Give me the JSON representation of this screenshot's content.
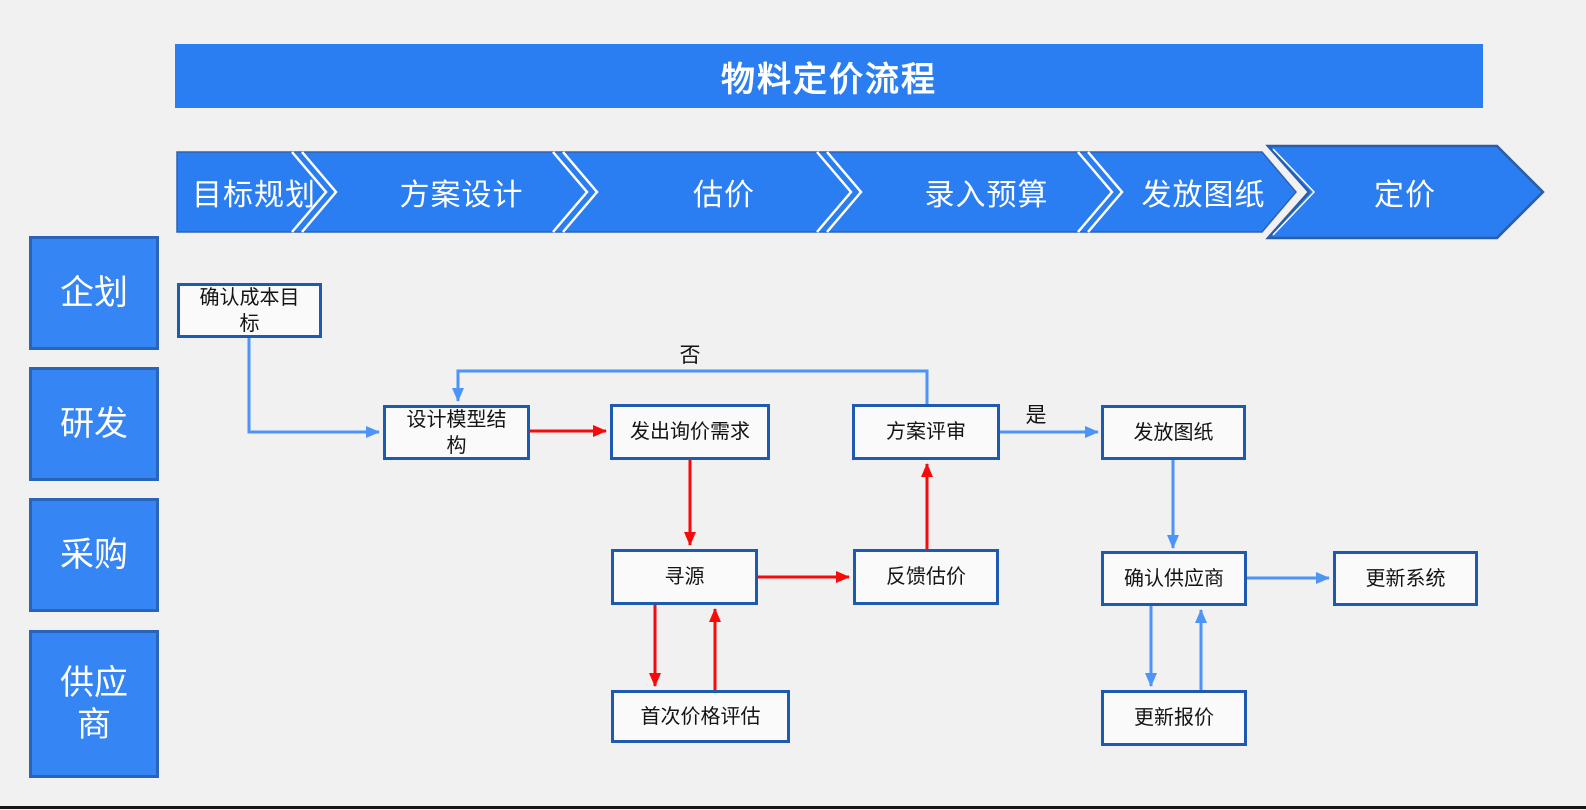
{
  "title": "物料定价流程",
  "stages": [
    {
      "label": "目标规划"
    },
    {
      "label": "方案设计"
    },
    {
      "label": "估价"
    },
    {
      "label": "录入预算"
    },
    {
      "label": "发放图纸"
    },
    {
      "label": "定价"
    }
  ],
  "lanes": [
    {
      "label": "企划"
    },
    {
      "label": "研发"
    },
    {
      "label": "采购"
    },
    {
      "label": "供应\n商"
    }
  ],
  "nodes": [
    {
      "label": "确认成本目\n标"
    },
    {
      "label": "设计模型结\n构"
    },
    {
      "label": "发出询价需求"
    },
    {
      "label": "方案评审"
    },
    {
      "label": "发放图纸"
    },
    {
      "label": "寻源"
    },
    {
      "label": "反馈估价"
    },
    {
      "label": "确认供应商"
    },
    {
      "label": "更新系统"
    },
    {
      "label": "首次价格评估"
    },
    {
      "label": "更新报价"
    }
  ],
  "edge_labels": {
    "no": "否",
    "yes": "是"
  },
  "colors": {
    "primary_blue": "#2B7DF2",
    "lane_blue": "#3585F5",
    "box_border": "#1D5AB0",
    "arrow_blue": "#4D94F8",
    "arrow_red": "#F70A0A",
    "background": "#F1F1F1"
  }
}
